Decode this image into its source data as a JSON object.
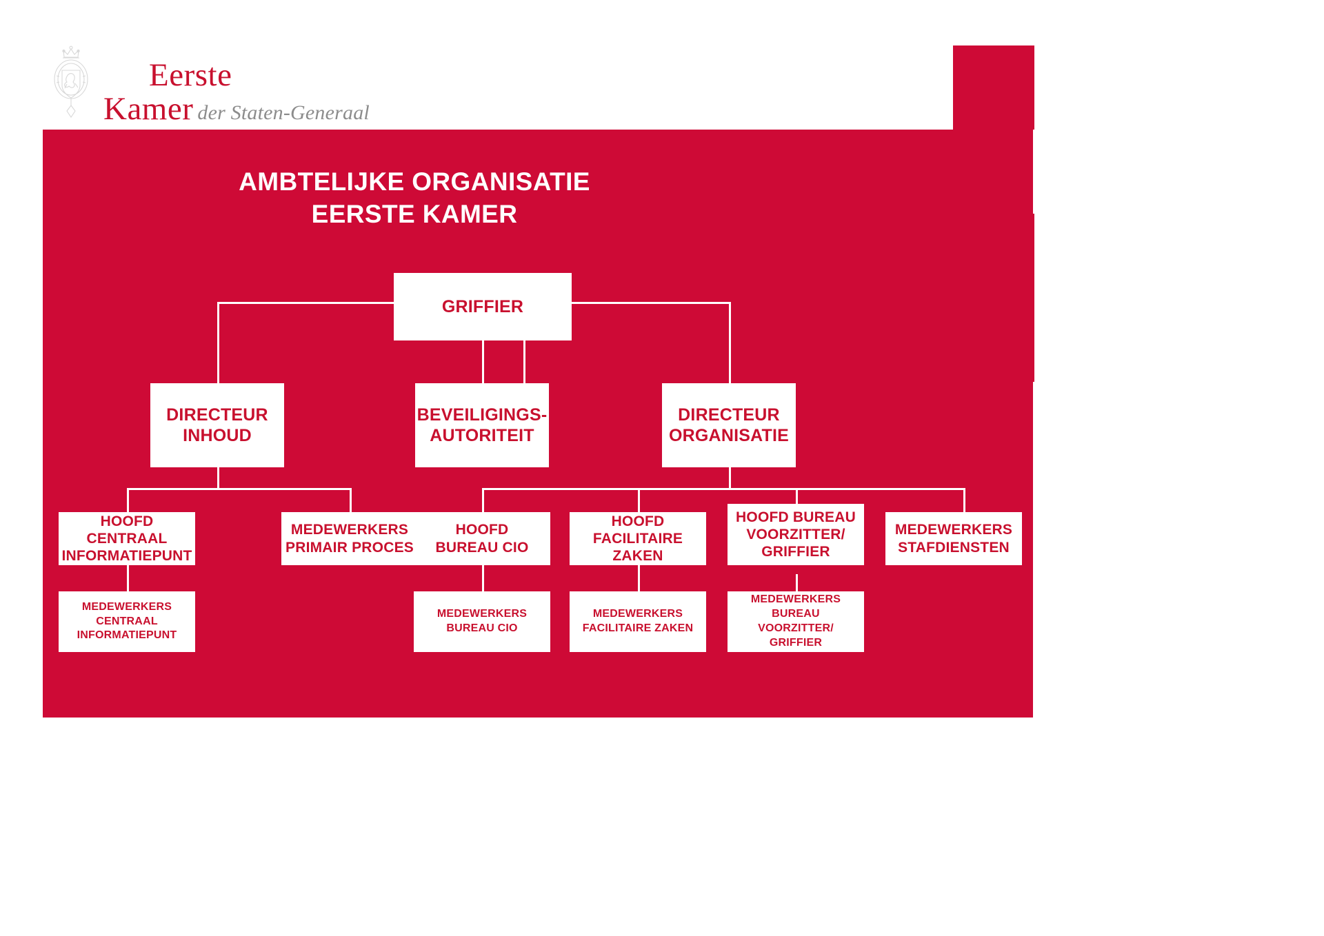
{
  "brand": {
    "logo_line1": "Eerste",
    "logo_line2": "Kamer",
    "logo_subtitle": "der Staten-Generaal",
    "crest_name": "coat-of-arms-emblem",
    "red": "#CE0A36",
    "text_red": "#C8102E",
    "gray": "#8C8C8C"
  },
  "header": {
    "title_line1": "AMBTELIJKE ORGANISATIE",
    "title_line2": "EERSTE KAMER"
  },
  "chart_data": {
    "type": "diagram",
    "title": "AMBTELIJKE ORGANISATIE EERSTE KAMER",
    "root": "GRIFFIER",
    "nodes": [
      {
        "id": "griffier",
        "label": "GRIFFIER",
        "level": 1,
        "parent": null
      },
      {
        "id": "dir-inhoud",
        "label": "DIRECTEUR\nINHOUD",
        "level": 2,
        "parent": "griffier"
      },
      {
        "id": "beveiliging",
        "label": "BEVEILIGINGS-\nAUTORITEIT",
        "level": 2,
        "parent": "griffier"
      },
      {
        "id": "dir-organisatie",
        "label": "DIRECTEUR\nORGANISATIE",
        "level": 2,
        "parent": "griffier"
      },
      {
        "id": "hoofd-cip",
        "label": "HOOFD CENTRAAL\nINFORMATIEPUNT",
        "level": 3,
        "parent": "dir-inhoud"
      },
      {
        "id": "medew-primair",
        "label": "MEDEWERKERS\nPRIMAIR PROCES",
        "level": 3,
        "parent": "dir-inhoud"
      },
      {
        "id": "hoofd-cio",
        "label": "HOOFD\nBUREAU CIO",
        "level": 3,
        "parent": "dir-organisatie"
      },
      {
        "id": "hoofd-fz",
        "label": "HOOFD\nFACILITAIRE ZAKEN",
        "level": 3,
        "parent": "dir-organisatie"
      },
      {
        "id": "hoofd-bvg",
        "label": "HOOFD BUREAU\nVOORZITTER/\nGRIFFIER",
        "level": 3,
        "parent": "dir-organisatie"
      },
      {
        "id": "medew-staf",
        "label": "MEDEWERKERS\nSTAFDIENSTEN",
        "level": 3,
        "parent": "dir-organisatie"
      },
      {
        "id": "medew-cip",
        "label": "MEDEWERKERS\nCENTRAAL\nINFORMATIEPUNT",
        "level": 4,
        "parent": "hoofd-cip"
      },
      {
        "id": "medew-cio",
        "label": "MEDEWERKERS\nBUREAU CIO",
        "level": 4,
        "parent": "hoofd-cio"
      },
      {
        "id": "medew-fz",
        "label": "MEDEWERKERS\nFACILITAIRE ZAKEN",
        "level": 4,
        "parent": "hoofd-fz"
      },
      {
        "id": "medew-bvg",
        "label": "MEDEWERKERS\nBUREAU\nVOORZITTER/\nGRIFFIER",
        "level": 4,
        "parent": "hoofd-bvg"
      }
    ]
  }
}
